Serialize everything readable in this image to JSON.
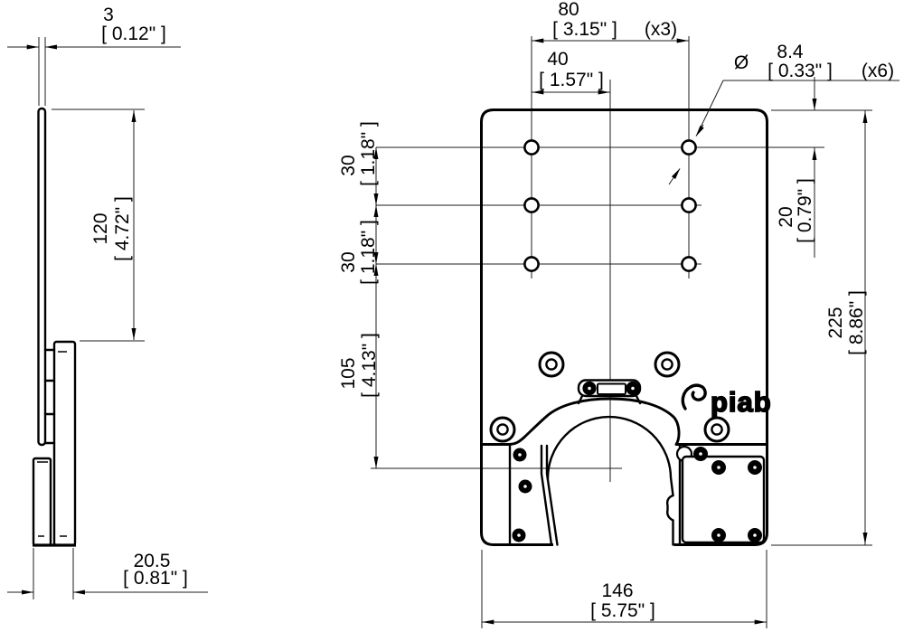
{
  "drawing": {
    "title": "mounting-plate-technical-drawing",
    "background": "#ffffff",
    "line_color": "#000000",
    "logo": {
      "text": "piab"
    },
    "dims": {
      "plate_thickness": {
        "mm": "3",
        "inch": "[ 0.12\" ]"
      },
      "side_height": {
        "mm": "120",
        "inch": "[ 4.72\" ]"
      },
      "foot_depth": {
        "mm": "20.5",
        "inch": "[ 0.81\" ]"
      },
      "hole_pitch_x": {
        "mm": "80",
        "inch": "[ 3.15\" ]",
        "count": "(x3)"
      },
      "hole_to_center": {
        "mm": "40",
        "inch": "[ 1.57\" ]"
      },
      "hole_diameter": {
        "symbol": "Ø",
        "mm": "8.4",
        "inch": "[ 0.33\" ]",
        "count": "(x6)"
      },
      "hole_pitch_y_upper": {
        "mm": "30",
        "inch": "[ 1.18\" ]"
      },
      "hole_pitch_y_lower": {
        "mm": "30",
        "inch": "[ 1.18\" ]"
      },
      "top_to_first_row": {
        "mm": "20",
        "inch": "[ 0.79\" ]"
      },
      "row_to_arch_center": {
        "mm": "105",
        "inch": "[ 4.13\" ]"
      },
      "overall_height": {
        "mm": "225",
        "inch": "[ 8.86\" ]"
      },
      "overall_width": {
        "mm": "146",
        "inch": "[ 5.75\" ]"
      }
    }
  }
}
